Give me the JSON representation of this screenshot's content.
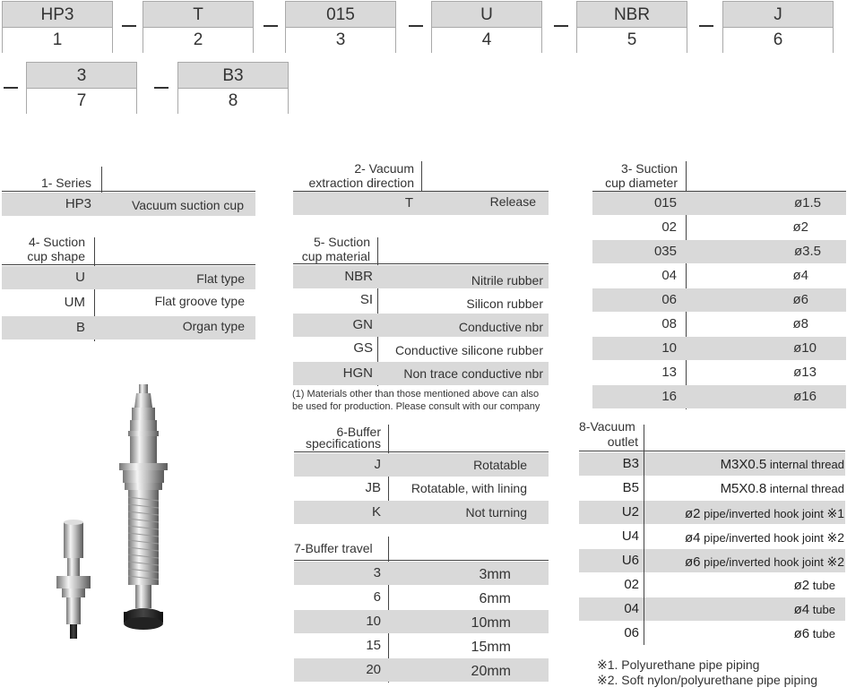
{
  "code": {
    "row1": [
      {
        "value": "HP3",
        "index": "1"
      },
      {
        "value": "T",
        "index": "2"
      },
      {
        "value": "015",
        "index": "3"
      },
      {
        "value": "U",
        "index": "4"
      },
      {
        "value": "NBR",
        "index": "5"
      },
      {
        "value": "J",
        "index": "6"
      }
    ],
    "row2": [
      {
        "value": "3",
        "index": "7"
      },
      {
        "value": "B3",
        "index": "8"
      }
    ]
  },
  "series": {
    "header": "1- Series",
    "rows": [
      {
        "code": "HP3",
        "desc": "Vacuum suction cup"
      }
    ]
  },
  "direction": {
    "header1": "2- Vacuum",
    "header2": "extraction direction",
    "rows": [
      {
        "code": "T",
        "desc": "Release"
      }
    ]
  },
  "diameter": {
    "header1": "3- Suction",
    "header2": "cup diameter",
    "rows": [
      {
        "code": "015",
        "desc": "ø1.5"
      },
      {
        "code": "02",
        "desc": "ø2"
      },
      {
        "code": "035",
        "desc": "ø3.5"
      },
      {
        "code": "04",
        "desc": "ø4"
      },
      {
        "code": "06",
        "desc": "ø6"
      },
      {
        "code": "08",
        "desc": "ø8"
      },
      {
        "code": "10",
        "desc": "ø10"
      },
      {
        "code": "13",
        "desc": "ø13"
      },
      {
        "code": "16",
        "desc": "ø16"
      }
    ]
  },
  "shape": {
    "header1": "4- Suction",
    "header2": "cup shape",
    "rows": [
      {
        "code": "U",
        "desc": "Flat type"
      },
      {
        "code": "UM",
        "desc": "Flat groove type"
      },
      {
        "code": "B",
        "desc": "Organ type"
      }
    ]
  },
  "material": {
    "header1": "5- Suction",
    "header2": "cup material",
    "rows": [
      {
        "code": "NBR",
        "desc": "Nitrile rubber"
      },
      {
        "code": "SI",
        "desc": "Silicon rubber"
      },
      {
        "code": "GN",
        "desc": "Conductive nbr"
      },
      {
        "code": "GS",
        "desc": "Conductive silicone rubber"
      },
      {
        "code": "HGN",
        "desc": "Non trace conductive nbr"
      }
    ],
    "note1": "(1) Materials other than those mentioned above can also",
    "note2": "be used for production. Please consult with our company"
  },
  "buffer": {
    "header1": "6-Buffer",
    "header2": "specifications",
    "rows": [
      {
        "code": "J",
        "desc": "Rotatable"
      },
      {
        "code": "JB",
        "desc": "Rotatable, with lining"
      },
      {
        "code": "K",
        "desc": "Not turning"
      }
    ]
  },
  "travel": {
    "header": "7-Buffer travel",
    "rows": [
      {
        "code": "3",
        "desc": "3mm"
      },
      {
        "code": "6",
        "desc": "6mm"
      },
      {
        "code": "10",
        "desc": "10mm"
      },
      {
        "code": "15",
        "desc": "15mm"
      },
      {
        "code": "20",
        "desc": "20mm"
      }
    ]
  },
  "outlet": {
    "header1": "8-Vacuum",
    "header2": "outlet",
    "rows": [
      {
        "code": "B3",
        "big": "M3X0.5",
        "small": " internal thread"
      },
      {
        "code": "B5",
        "big": "M5X0.8",
        "small": " internal thread"
      },
      {
        "code": "U2",
        "big": "ø2",
        "small": " pipe/inverted hook joint ",
        "mark": "※1"
      },
      {
        "code": "U4",
        "big": "ø4",
        "small": " pipe/inverted hook joint ",
        "mark": "※2"
      },
      {
        "code": "U6",
        "big": "ø6",
        "small": " pipe/inverted hook joint ",
        "mark": "※2"
      },
      {
        "code": "02",
        "big": "ø2",
        "small": " tube"
      },
      {
        "code": "04",
        "big": "ø4",
        "small": " tube"
      },
      {
        "code": "06",
        "big": "ø6",
        "small": " tube"
      }
    ],
    "note1": "※1. Polyurethane pipe piping",
    "note2": "※2. Soft nylon/polyurethane pipe piping"
  }
}
